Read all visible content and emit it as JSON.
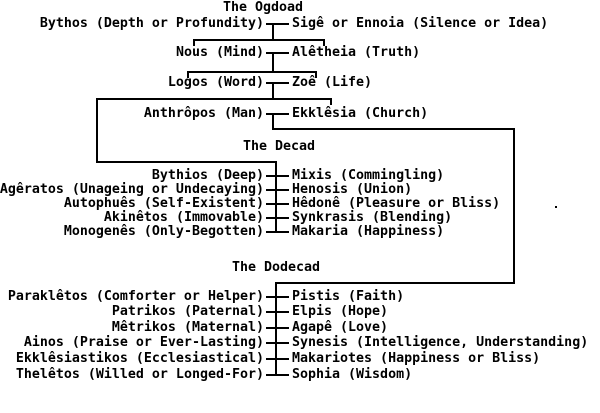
{
  "colors": {
    "foreground": "#000000",
    "background": "#ffffff"
  },
  "diagram": {
    "sections": [
      {
        "title": "The Ogdoad",
        "pairs": [
          {
            "left": "Bythos (Depth or Profundity)",
            "right": "Sigê or Ennoia (Silence or Idea)"
          },
          {
            "left": "Nous (Mind)",
            "right": "Alêtheia (Truth)"
          },
          {
            "left": "Logos (Word)",
            "right": "Zoê (Life)"
          },
          {
            "left": "Anthrôpos (Man)",
            "right": "Ekklêsia (Church)"
          }
        ]
      },
      {
        "title": "The Decad",
        "pairs": [
          {
            "left": "Bythios (Deep)",
            "right": "Mixis (Commingling)"
          },
          {
            "left": "Agêratos (Unageing or Undecaying)",
            "right": "Henosis (Union)"
          },
          {
            "left": "Autophuês (Self-Existent)",
            "right": "Hêdonê (Pleasure or Bliss)"
          },
          {
            "left": "Akinêtos (Immovable)",
            "right": "Synkrasis (Blending)"
          },
          {
            "left": "Monogenês (Only-Begotten)",
            "right": "Makaria (Happiness)"
          }
        ]
      },
      {
        "title": "The Dodecad",
        "pairs": [
          {
            "left": "Paraklêtos (Comforter or Helper)",
            "right": "Pistis (Faith)"
          },
          {
            "left": "Patrikos (Paternal)",
            "right": "Elpis (Hope)"
          },
          {
            "left": "Mêtrikos (Maternal)",
            "right": "Agapê (Love)"
          },
          {
            "left": "Ainos (Praise or Ever-Lasting)",
            "right": "Synesis (Intelligence, Understanding)"
          },
          {
            "left": "Ekklêsiastikos (Ecclesiastical)",
            "right": "Makariotes (Happiness or Bliss)"
          },
          {
            "left": "Thelêtos (Willed or Longed-For)",
            "right": "Sophia (Wisdom)"
          }
        ]
      }
    ]
  }
}
